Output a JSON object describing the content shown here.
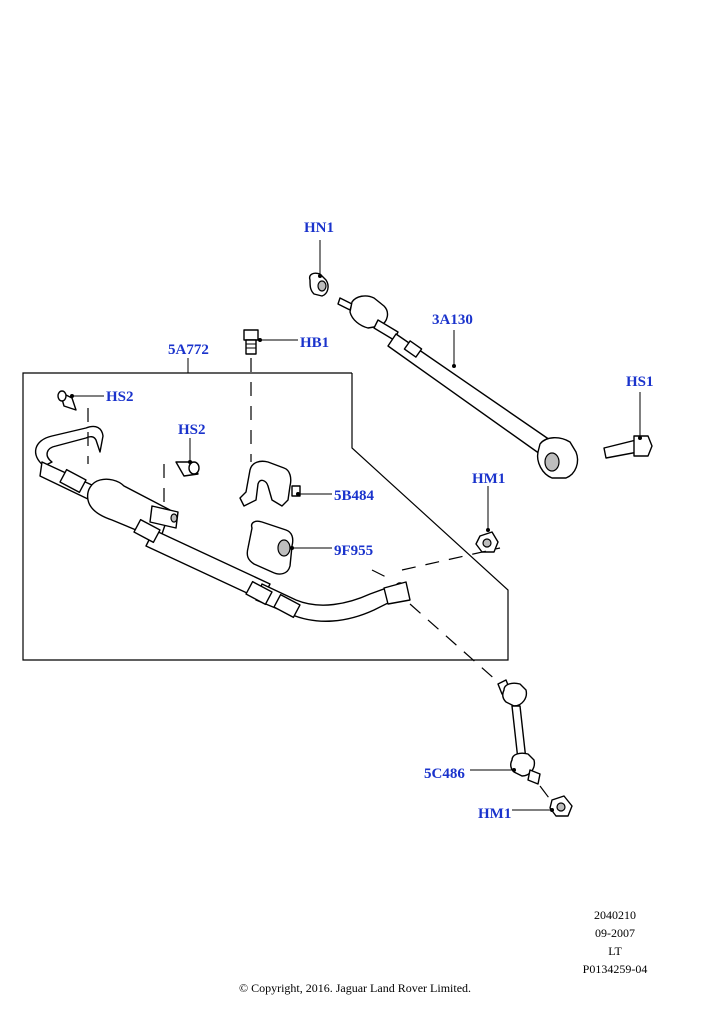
{
  "callouts": {
    "hn1": "HN1",
    "a3a130": "3A130",
    "hs1": "HS1",
    "hb1": "HB1",
    "a5a772": "5A772",
    "hs2_top": "HS2",
    "hs2_mid": "HS2",
    "b5b484": "5B484",
    "f9f955": "9F955",
    "hm1_top": "HM1",
    "c5c486": "5C486",
    "hm1_bottom": "HM1"
  },
  "meta": {
    "line1": "2040210",
    "line2": "09-2007",
    "line3": "LT",
    "line4": "P0134259-04"
  },
  "copyright": "© Copyright, 2016. Jaguar Land Rover Limited."
}
